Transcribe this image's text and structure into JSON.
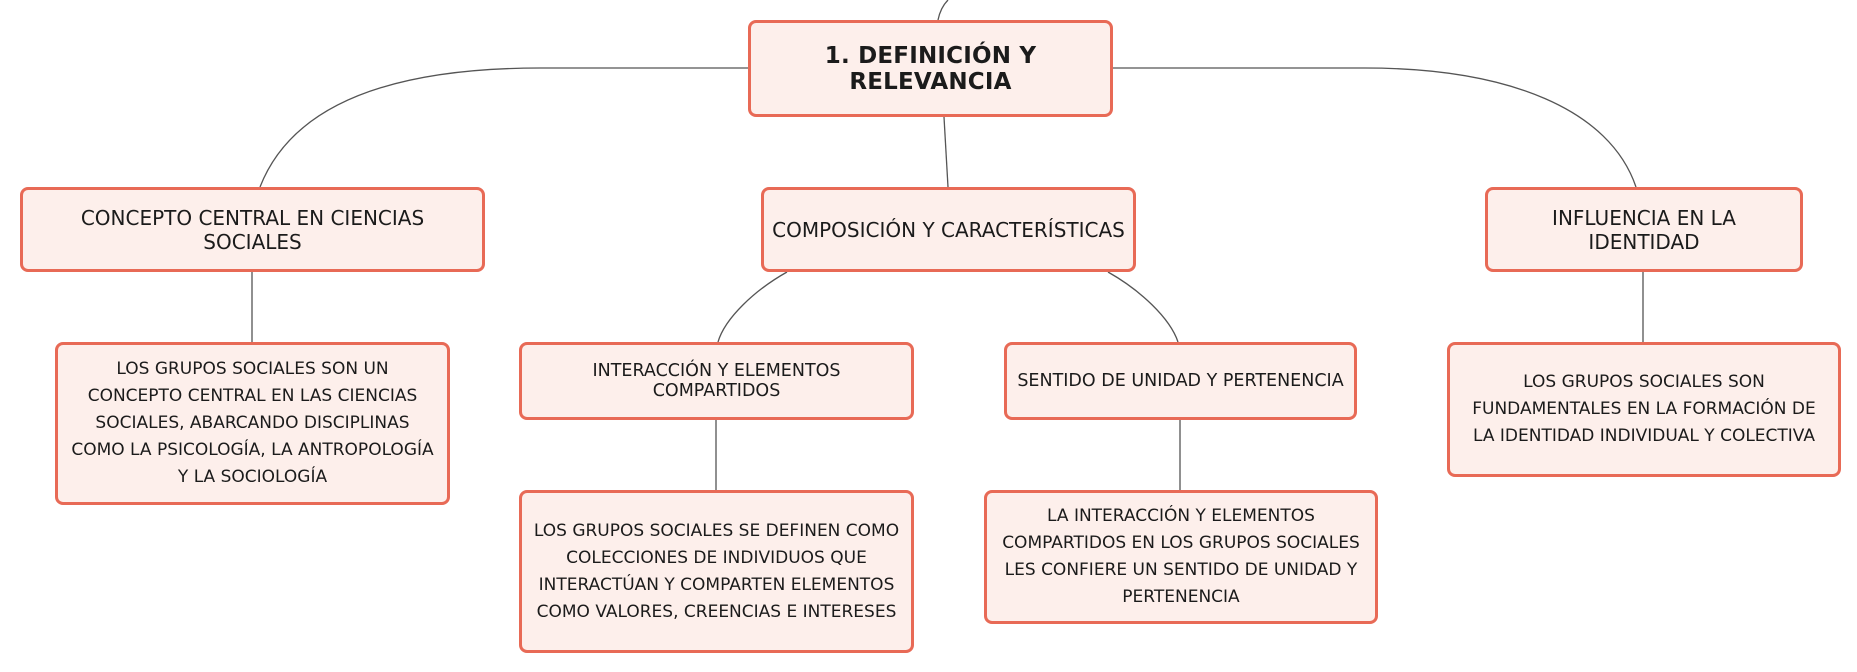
{
  "diagram": {
    "root": {
      "label": "1. DEFINICIÓN Y RELEVANCIA"
    },
    "branches": [
      {
        "label": "CONCEPTO CENTRAL EN CIENCIAS SOCIALES",
        "detail": "LOS GRUPOS SOCIALES SON UN CONCEPTO CENTRAL EN LAS CIENCIAS SOCIALES, ABARCANDO DISCIPLINAS COMO LA PSICOLOGÍA, LA ANTROPOLOGÍA Y LA SOCIOLOGÍA"
      },
      {
        "label": "COMPOSICIÓN Y CARACTERÍSTICAS",
        "children": [
          {
            "label": "INTERACCIÓN Y ELEMENTOS COMPARTIDOS",
            "detail": "LOS GRUPOS SOCIALES SE DEFINEN COMO COLECCIONES DE INDIVIDUOS QUE INTERACTÚAN Y COMPARTEN ELEMENTOS COMO VALORES, CREENCIAS E INTERESES"
          },
          {
            "label": "SENTIDO DE UNIDAD Y PERTENENCIA",
            "detail": "LA INTERACCIÓN Y ELEMENTOS COMPARTIDOS EN LOS GRUPOS SOCIALES LES CONFIERE UN SENTIDO DE UNIDAD Y PERTENENCIA"
          }
        ]
      },
      {
        "label": "INFLUENCIA EN LA IDENTIDAD",
        "detail": "LOS GRUPOS SOCIALES SON FUNDAMENTALES EN LA FORMACIÓN DE LA IDENTIDAD INDIVIDUAL Y COLECTIVA"
      }
    ]
  },
  "colors": {
    "node_border": "#e86a56",
    "node_fill": "#fdefeb",
    "connector": "#555555",
    "text": "#1b1b1b"
  }
}
